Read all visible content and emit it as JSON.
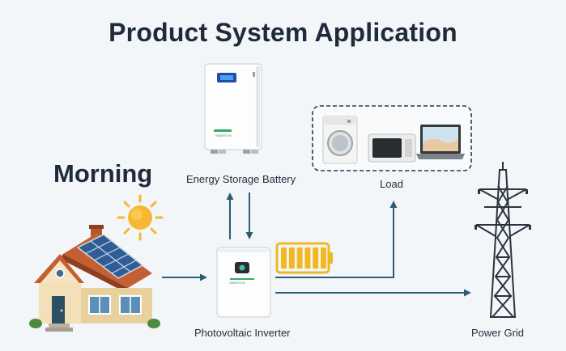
{
  "title": "Product System Application",
  "time_of_day": "Morning",
  "components": {
    "battery": {
      "label": "Energy Storage Battery",
      "brand": "SWATECH"
    },
    "inverter": {
      "label": "Photovoltaic Inverter",
      "brand": "SWATECH"
    },
    "load": {
      "label": "Load",
      "devices": [
        "washing-machine",
        "microwave",
        "laptop"
      ]
    },
    "grid": {
      "label": "Power Grid"
    },
    "house": {
      "has_solar_panels": true
    },
    "sun": {
      "icon": "sun-icon"
    }
  },
  "colors": {
    "arrow": "#2e5b74",
    "battery_charge": "#f2b824",
    "sun": "#f7b733",
    "roof": "#b8552d",
    "title": "#1f2b3a"
  },
  "charge_level": 1.0
}
